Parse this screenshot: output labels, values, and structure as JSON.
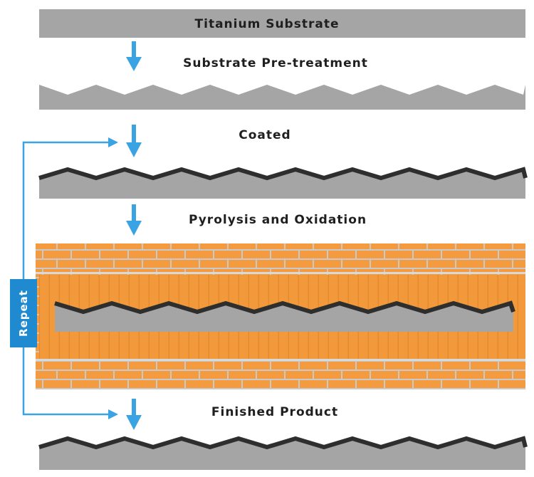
{
  "steps": {
    "substrate": "Titanium Substrate",
    "pretreatment": "Substrate Pre-treatment",
    "coated": "Coated",
    "pyrolysis": "Pyrolysis and Oxidation",
    "finished": "Finished Product"
  },
  "repeat_label": "Repeat",
  "colors": {
    "substrate_gray": "#a5a5a5",
    "coating_dark": "#2e2e2e",
    "arrow_blue": "#3aa3e3",
    "repeat_blue": "#1f8ad0",
    "brick_orange": "#f39b3e",
    "mortar_gray": "#c8c8c8"
  },
  "icons": {
    "down_arrow": "arrow-down-icon",
    "loop_arrow": "loop-arrow-icon"
  }
}
